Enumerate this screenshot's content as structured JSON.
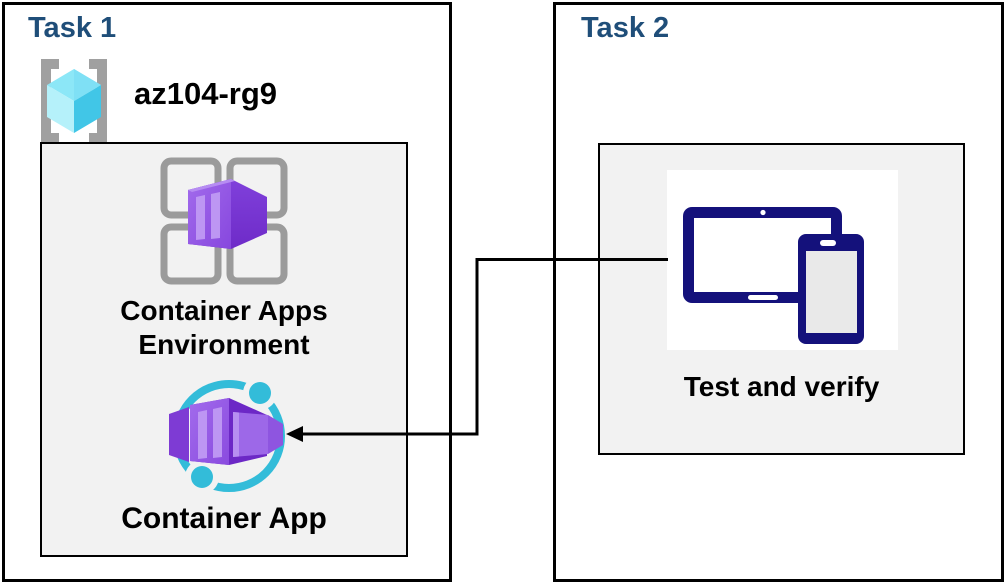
{
  "task1": {
    "title": "Task 1",
    "resource_group_name": "az104-rg9",
    "environment": {
      "label_line1": "Container Apps",
      "label_line2": "Environment"
    },
    "app": {
      "label": "Container App"
    }
  },
  "task2": {
    "title": "Task 2",
    "node": {
      "label": "Test and verify"
    }
  },
  "icons": {
    "resource_group": "resource-group-icon",
    "container_apps_environment": "container-apps-environment-icon",
    "container_app": "container-app-icon",
    "devices": "devices-icon"
  },
  "colors": {
    "task_title": "#1F4E79",
    "box_border": "#000000",
    "inner_box_bg": "#F2F2F2",
    "label_text": "#000000",
    "devices_navy": "#14117B",
    "cyan_accent": "#33BCD9",
    "cube_cyan_light": "#B5F1FA",
    "cube_cyan_mid": "#8CE7F7",
    "cube_cyan_dark": "#41C6E7",
    "purple_front": "#9A63E8",
    "purple_dark": "#6E2BC8",
    "purple_stripe": "#BD96F3",
    "bracket_gray": "#A0A0A0",
    "grid_gray": "#9B9B9B",
    "connector": "#000000"
  }
}
